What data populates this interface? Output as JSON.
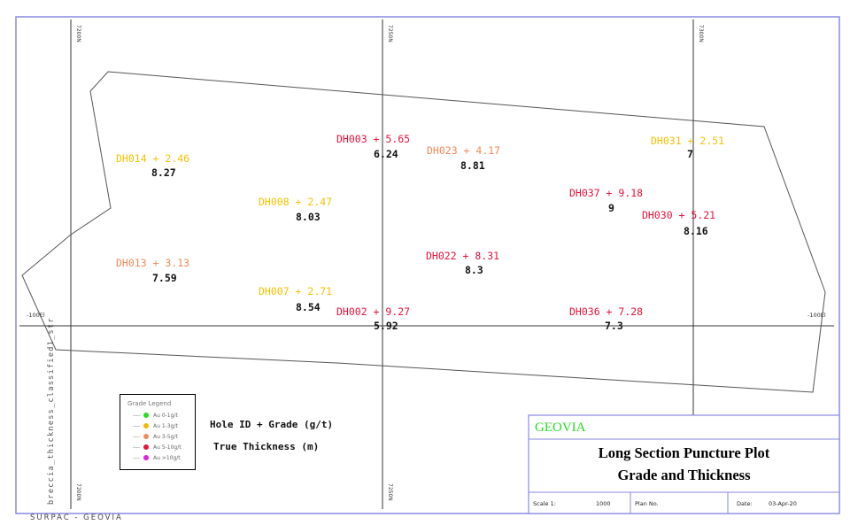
{
  "side_label": "breccia_thickness_classified1_str",
  "footer": "SURPAC - GEOVIA",
  "grid": {
    "northings": [
      "7200N",
      "7250N",
      "7300N"
    ],
    "elevation": "-100El"
  },
  "holes": [
    {
      "id": "DH003",
      "grade": "5.65",
      "thickness": "6.24",
      "color": "#e8123c"
    },
    {
      "id": "DH023",
      "grade": "4.17",
      "thickness": "8.81",
      "color": "#f08a5a"
    },
    {
      "id": "DH031",
      "grade": "2.51",
      "thickness": "7",
      "color": "#f5c200"
    },
    {
      "id": "DH014",
      "grade": "2.46",
      "thickness": "8.27",
      "color": "#f5c200"
    },
    {
      "id": "DH008",
      "grade": "2.47",
      "thickness": "8.03",
      "color": "#f5c200"
    },
    {
      "id": "DH037",
      "grade": "9.18",
      "thickness": "9",
      "color": "#e8123c"
    },
    {
      "id": "DH030",
      "grade": "5.21",
      "thickness": "8.16",
      "color": "#e8123c"
    },
    {
      "id": "DH013",
      "grade": "3.13",
      "thickness": "7.59",
      "color": "#f08a5a"
    },
    {
      "id": "DH022",
      "grade": "8.31",
      "thickness": "8.3",
      "color": "#e8123c"
    },
    {
      "id": "DH007",
      "grade": "2.71",
      "thickness": "8.54",
      "color": "#f5c200"
    },
    {
      "id": "DH002",
      "grade": "9.27",
      "thickness": "5.92",
      "color": "#e8123c"
    },
    {
      "id": "DH036",
      "grade": "7.28",
      "thickness": "7.3",
      "color": "#e8123c"
    }
  ],
  "legend": {
    "title": "Grade Legend",
    "items": [
      {
        "label": "Au 0-1g/t",
        "color": "#22dd22"
      },
      {
        "label": "Au 1-3g/t",
        "color": "#f5b800"
      },
      {
        "label": "Au 3-5g/t",
        "color": "#f08a5a"
      },
      {
        "label": "Au 5-10g/t",
        "color": "#e8123c"
      },
      {
        "label": "Au >10g/t",
        "color": "#e020e0"
      }
    ]
  },
  "explanation": {
    "line1": "Hole ID + Grade (g/t)",
    "line2": "True Thickness (m)"
  },
  "title_block": {
    "company": "GEOVIA",
    "title1": "Long Section Puncture Plot",
    "title2": "Grade and Thickness",
    "scale_label": "Scale 1:",
    "scale_value": "1000",
    "plan_label": "Plan No.",
    "date_label": "Date:",
    "date_value": "03-Apr-20"
  }
}
